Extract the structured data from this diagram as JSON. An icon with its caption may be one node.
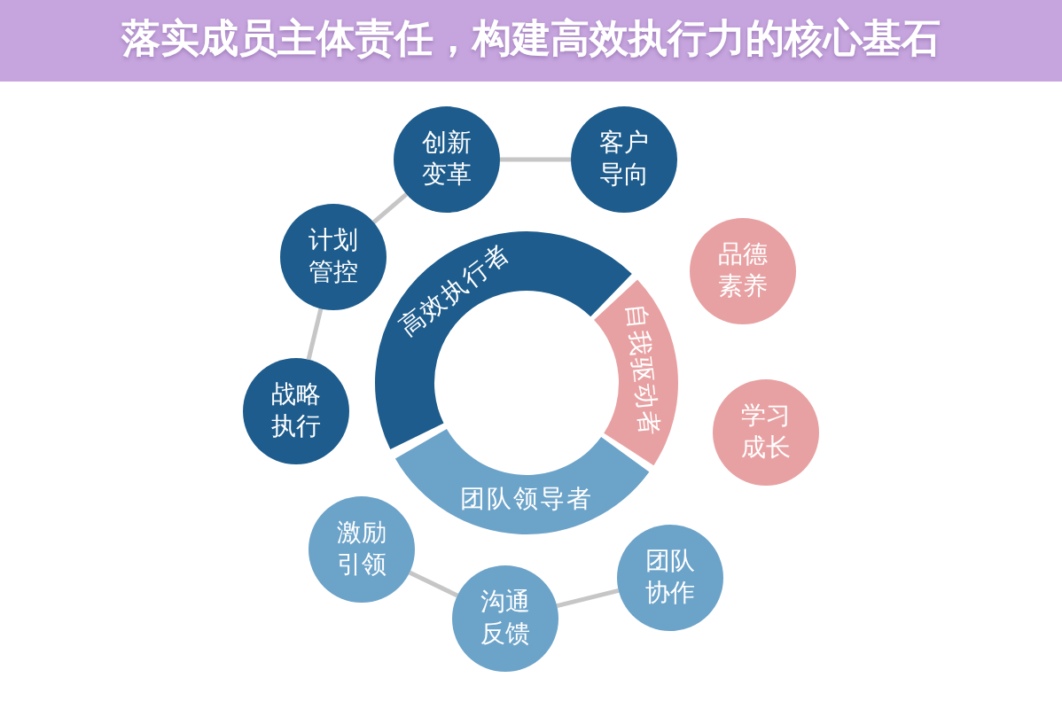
{
  "diagram": {
    "title": "落实成员主体责任，构建高效执行力的核心基石",
    "nodes": [
      {
        "text": [
          "创新变革"
        ]
      },
      {
        "text": [
          "客户导向"
        ]
      },
      {
        "text": [
          "计划管控"
        ]
      },
      {
        "text": [
          "品德素养"
        ]
      },
      {
        "text": [
          "高效执行者"
        ]
      },
      {
        "text": [
          "自我驱动者"
        ]
      },
      {
        "text": [
          "战略执行"
        ]
      },
      {
        "text": [
          "学习成长"
        ]
      },
      {
        "text": [
          "团队领导者"
        ]
      },
      {
        "text": [
          "激励引领"
        ]
      },
      {
        "text": [
          "团队协作"
        ]
      },
      {
        "text": [
          "沟通反馈"
        ]
      }
    ],
    "edges": [
      {
        "from": 2,
        "to": 0,
        "arrow": "none"
      },
      {
        "from": 0,
        "to": 1,
        "arrow": "none"
      },
      {
        "from": 2,
        "to": 6,
        "arrow": "none"
      },
      {
        "from": 9,
        "to": 11,
        "arrow": "none"
      },
      {
        "from": 11,
        "to": 10,
        "arrow": "none"
      }
    ]
  }
}
